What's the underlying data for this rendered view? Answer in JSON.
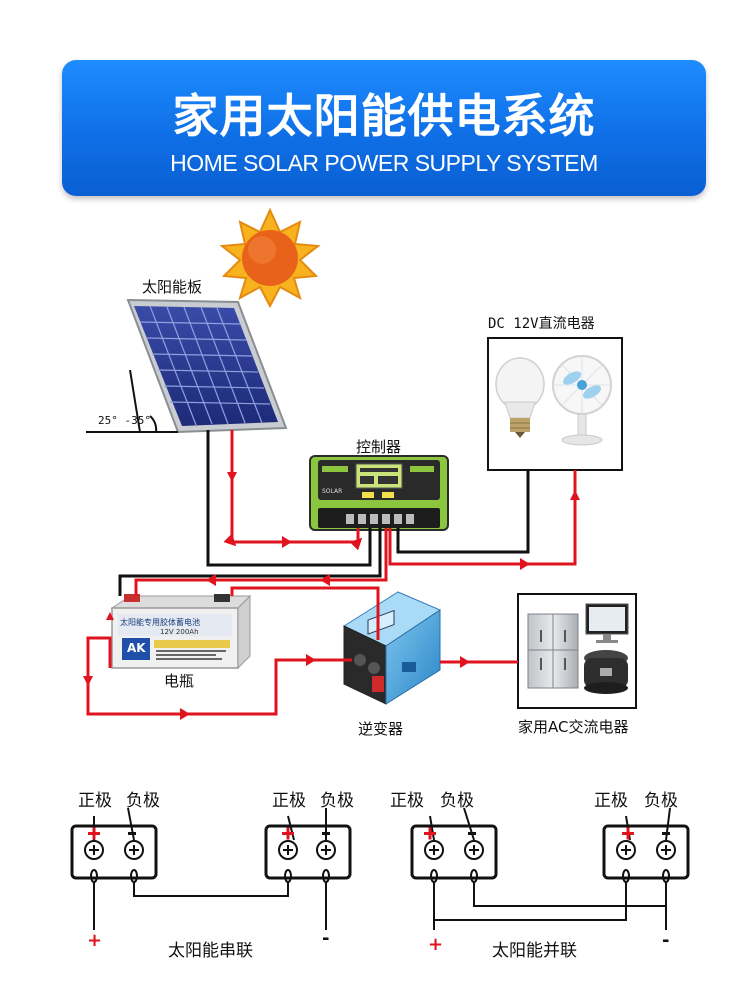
{
  "header": {
    "title_cn": "家用太阳能供电系统",
    "title_en": "HOME SOLAR POWER SUPPLY SYSTEM"
  },
  "diagram": {
    "solar_panel_label": "太阳能板",
    "tilt_angle_label": "25° -35°",
    "controller_label": "控制器",
    "dc_appliance_label": "DC 12V直流电器",
    "battery_label": "电瓶",
    "battery_brand": "AK",
    "battery_text": "太阳能专用胶体蓄电池",
    "battery_spec": "12V 200Ah",
    "controller_brand": "SOLAR",
    "inverter_label": "逆变器",
    "ac_appliance_label": "家用AC交流电器"
  },
  "wiring": {
    "series": {
      "positive_label_1": "正极",
      "negative_label_1": "负极",
      "positive_label_2": "正极",
      "negative_label_2": "负极",
      "plus": "+",
      "minus": "-",
      "caption": "太阳能串联"
    },
    "parallel": {
      "positive_label_1": "正极",
      "negative_label_1": "负极",
      "positive_label_2": "正极",
      "negative_label_2": "负极",
      "plus": "+",
      "minus": "-",
      "caption": "太阳能并联"
    }
  },
  "colors": {
    "banner": "#1e8cff",
    "wire_red": "#e0141e",
    "wire_black": "#111111",
    "sun": "#f28c1a",
    "controller": "#8cc63f"
  }
}
